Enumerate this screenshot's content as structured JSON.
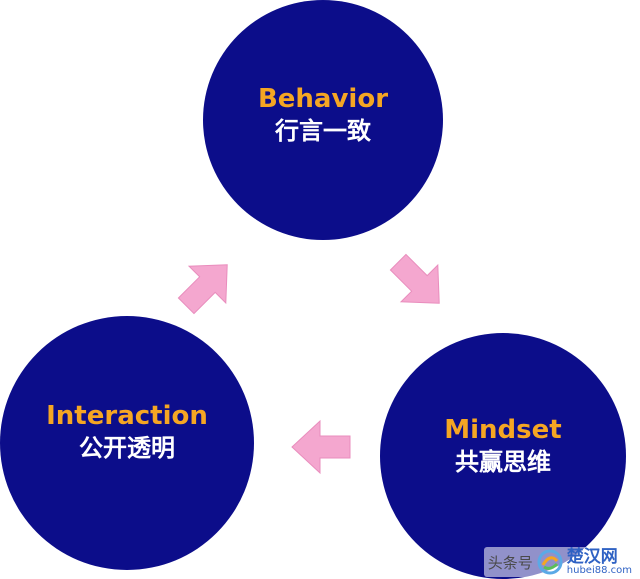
{
  "nodes": {
    "behavior": {
      "en": "Behavior",
      "zh": "行言一致"
    },
    "interaction": {
      "en": "Interaction",
      "zh": "公开透明"
    },
    "mindset": {
      "en": "Mindset",
      "zh": "共赢思维"
    }
  },
  "colors": {
    "circle": "#0c0d8a",
    "title": "#f5a623",
    "subtitle": "#ffffff",
    "arrow": "#f4a7cf"
  },
  "icons": [
    "arrow-right-down-icon",
    "arrow-left-icon",
    "arrow-right-up-icon",
    "watermark-logo-icon"
  ],
  "watermark": {
    "left": "头条号",
    "brand": "楚汉网",
    "url": "hubei88.com"
  }
}
